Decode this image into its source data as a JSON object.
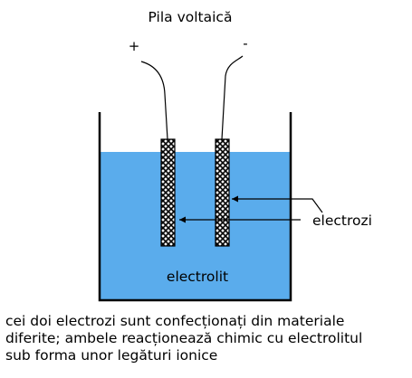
{
  "title": "Pila voltaică",
  "terminals": {
    "positive": "+",
    "negative": "-"
  },
  "labels": {
    "electrodes": "electrozi",
    "electrolyte": "electrolit"
  },
  "caption": {
    "lines": [
      "cei doi electrozi sunt confecționați din materiale",
      "diferite; ambele reacționează chimic cu electrolitul",
      "sub forma unor legături ionice"
    ]
  },
  "colors": {
    "electrolyte": "#5aacec",
    "container": "#000000",
    "background": "#ffffff",
    "electrode_pattern": "#000000"
  }
}
